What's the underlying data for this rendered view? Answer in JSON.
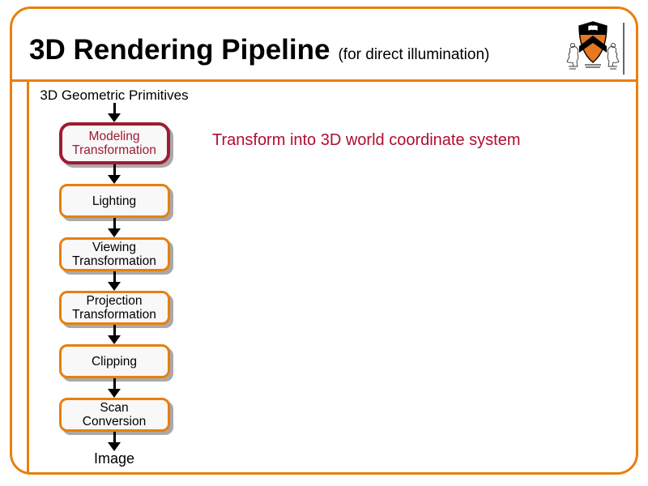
{
  "slide": {
    "title": "3D Rendering Pipeline",
    "subtitle": "(for direct illumination)",
    "logo": "princeton-shield-icon"
  },
  "colors": {
    "accent_orange": "#E87F0D",
    "highlight_maroon": "#9E1B32",
    "annotation_crimson": "#B00D2F",
    "box_background": "#F8F8F8",
    "shadow_gray": "#A9A9A9",
    "text_black": "#000000"
  },
  "pipeline": {
    "input_label": "3D Geometric Primitives",
    "stages": [
      {
        "label": "Modeling\nTransformation",
        "highlighted": true
      },
      {
        "label": "Lighting",
        "highlighted": false
      },
      {
        "label": "Viewing\nTransformation",
        "highlighted": false
      },
      {
        "label": "Projection\nTransformation",
        "highlighted": false
      },
      {
        "label": "Clipping",
        "highlighted": false
      },
      {
        "label": "Scan\nConversion",
        "highlighted": false
      }
    ],
    "output_label": "Image"
  },
  "annotation": {
    "text": "Transform into 3D world coordinate system"
  }
}
